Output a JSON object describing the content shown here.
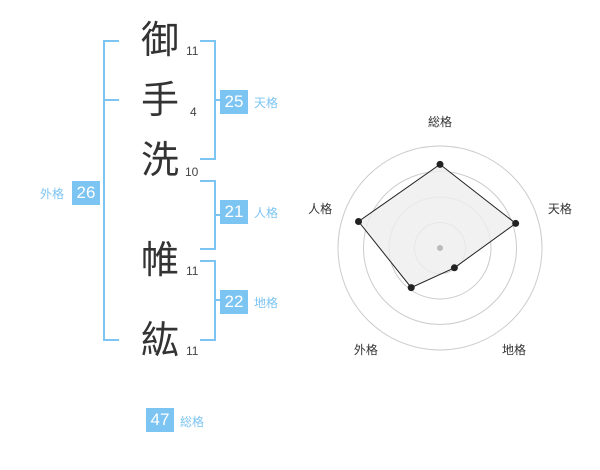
{
  "name": {
    "characters": [
      {
        "kanji": "御",
        "strokes": "11"
      },
      {
        "kanji": "手",
        "strokes": "4"
      },
      {
        "kanji": "洗",
        "strokes": "10"
      },
      {
        "kanji": "帷",
        "strokes": "11"
      },
      {
        "kanji": "紘",
        "strokes": "11"
      }
    ]
  },
  "fortune": {
    "tenkaku": {
      "value": "25",
      "label": "天格"
    },
    "jinkaku": {
      "value": "21",
      "label": "人格"
    },
    "chikaku": {
      "value": "22",
      "label": "地格"
    },
    "gaikaku": {
      "value": "26",
      "label": "外格"
    },
    "soukaku": {
      "value": "47",
      "label": "総格"
    }
  },
  "colors": {
    "accent": "#7cc4f2",
    "text": "#333333",
    "grid": "#cccccc",
    "fill": "#eeeeee"
  },
  "chart_data": {
    "type": "radar",
    "axes": [
      "総格",
      "天格",
      "地格",
      "外格",
      "人格"
    ],
    "values": [
      0.82,
      0.78,
      0.24,
      0.48,
      0.84
    ],
    "max": 1,
    "rings": 4
  }
}
